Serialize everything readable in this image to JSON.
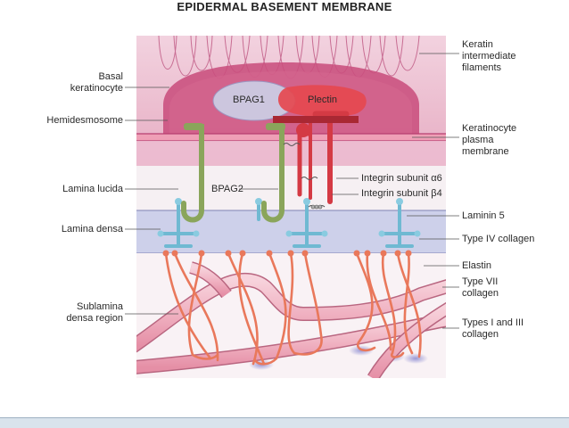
{
  "title": "EPIDERMAL BASEMENT MEMBRANE",
  "labels": {
    "keratin_filaments": [
      "Keratin",
      "intermediate",
      "filaments"
    ],
    "basal_keratinocyte": [
      "Basal",
      "keratinocyte"
    ],
    "bpag1": "BPAG1",
    "plectin": "Plectin",
    "hemidesmosome": "Hemidesmosome",
    "keratinocyte_plasma_membrane": [
      "Keratinocyte",
      "plasma",
      "membrane"
    ],
    "integrin_a6": "Integrin subunit α6",
    "integrin_b4": "Integrin subunit β4",
    "lamina_lucida": "Lamina lucida",
    "bpag2": "BPAG2",
    "laminin5": "Laminin 5",
    "lamina_densa": "Lamina densa",
    "type4_collagen": "Type IV collagen",
    "elastin": "Elastin",
    "type7_collagen": [
      "Type VII",
      "collagen"
    ],
    "sublamina_densa": [
      "Sublamina",
      "densa region"
    ],
    "types1_3_collagen": [
      "Types I and III",
      "collagen"
    ]
  },
  "colors": {
    "cell_pink": "#e3a3bc",
    "cell_deep": "#c94f7d",
    "bpag1_fill": "#ccc6de",
    "plectin_fill": "#e5484f",
    "bpag2_green": "#8aa55b",
    "integrin_red": "#d43a44",
    "lamina_densa_fill": "#cdd0ea",
    "laminin_cyan": "#89cbe0",
    "collagen7_orange": "#e9785b",
    "fiber_pink": "#f2b8c6"
  }
}
